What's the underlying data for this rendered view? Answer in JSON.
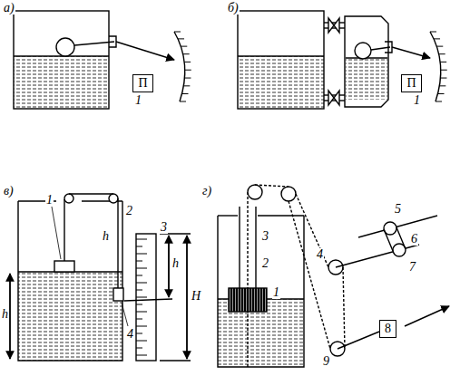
{
  "diagram": {
    "nodes": [
      {
        "text": [
          "П"
        ]
      },
      {
        "text": [
          "П"
        ]
      },
      {
        "text": [
          "8"
        ]
      }
    ],
    "labels": [
      "а)",
      "1",
      "б)",
      "1",
      "в)",
      "1",
      "2",
      "h",
      "3",
      "h",
      "H",
      "4",
      "h",
      "г)",
      "5",
      "6",
      "4",
      "7",
      "3",
      "2",
      "1",
      "9"
    ]
  }
}
